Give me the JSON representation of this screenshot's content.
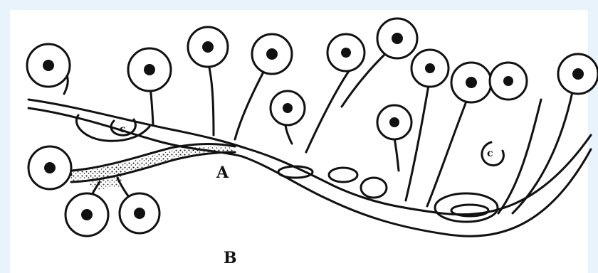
{
  "figure": {
    "labels": {
      "a": "A",
      "b": "B",
      "c": "c"
    }
  },
  "colors": {
    "ink": "#111111",
    "paper": "#ffffff",
    "frame": "#e9f3fb"
  }
}
